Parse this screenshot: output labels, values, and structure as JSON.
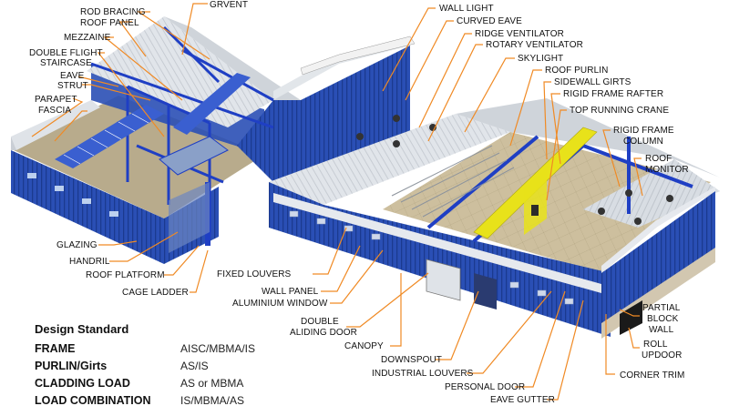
{
  "labels": [
    {
      "id": "grvent",
      "text": "GRVENT"
    },
    {
      "id": "rod-bracing",
      "text": "ROD BRACING"
    },
    {
      "id": "roof-panel",
      "text": "ROOF PANEL"
    },
    {
      "id": "mezzaine",
      "text": "MEZZAINE"
    },
    {
      "id": "double-flight-1",
      "text": "DOUBLE FLIGHT"
    },
    {
      "id": "double-flight-2",
      "text": "STAIRCASE"
    },
    {
      "id": "eave-strut-1",
      "text": "EAVE"
    },
    {
      "id": "eave-strut-2",
      "text": "STRUT"
    },
    {
      "id": "parapet-1",
      "text": "PARAPET"
    },
    {
      "id": "parapet-2",
      "text": "FASCIA"
    },
    {
      "id": "wall-light",
      "text": "WALL LIGHT"
    },
    {
      "id": "curved-eave",
      "text": "CURVED EAVE"
    },
    {
      "id": "ridge-ventilator",
      "text": "RIDGE VENTILATOR"
    },
    {
      "id": "rotary-ventilator",
      "text": "ROTARY VENTILATOR"
    },
    {
      "id": "skylight",
      "text": "SKYLIGHT"
    },
    {
      "id": "roof-purlin",
      "text": "ROOF PURLIN"
    },
    {
      "id": "sidewall-girts",
      "text": "SIDEWALL GIRTS"
    },
    {
      "id": "rigid-frame-rafter",
      "text": "RIGID FRAME RAFTER"
    },
    {
      "id": "top-running-crane",
      "text": "TOP RUNNING CRANE"
    },
    {
      "id": "rigid-frame-column-1",
      "text": "RIGID FRAME"
    },
    {
      "id": "rigid-frame-column-2",
      "text": "COLUMN"
    },
    {
      "id": "roof-monitor-1",
      "text": "ROOF"
    },
    {
      "id": "roof-monitor-2",
      "text": "MONITOR"
    },
    {
      "id": "glazing",
      "text": "GLAZING"
    },
    {
      "id": "handril",
      "text": "HANDRIL"
    },
    {
      "id": "roof-platform",
      "text": "ROOF PLATFORM"
    },
    {
      "id": "cage-ladder",
      "text": "CAGE LADDER"
    },
    {
      "id": "fixed-louvers",
      "text": "FIXED LOUVERS"
    },
    {
      "id": "wall-panel",
      "text": "WALL PANEL"
    },
    {
      "id": "aluminium-window",
      "text": "ALUMINIUM WINDOW"
    },
    {
      "id": "double-aliding-1",
      "text": "DOUBLE"
    },
    {
      "id": "double-aliding-2",
      "text": "ALIDING DOOR"
    },
    {
      "id": "canopy",
      "text": "CANOPY"
    },
    {
      "id": "downspout",
      "text": "DOWNSPOUT"
    },
    {
      "id": "industrial-louvers",
      "text": "INDUSTRIAL LOUVERS"
    },
    {
      "id": "personal-door",
      "text": "PERSONAL DOOR"
    },
    {
      "id": "eave-gutter",
      "text": "EAVE GUTTER"
    },
    {
      "id": "partial-block-1",
      "text": "PARTIAL"
    },
    {
      "id": "partial-block-2",
      "text": "BLOCK"
    },
    {
      "id": "partial-block-3",
      "text": "WALL"
    },
    {
      "id": "roll-updoor-1",
      "text": "ROLL"
    },
    {
      "id": "roll-updoor-2",
      "text": "UPDOOR"
    },
    {
      "id": "corner-trim",
      "text": "CORNER TRIM"
    }
  ],
  "design_standard": {
    "title": "Design Standard",
    "rows": [
      {
        "key": "FRAME",
        "value": "AISC/MBMA/IS"
      },
      {
        "key": "PURLIN/Girts",
        "value": "AS/IS"
      },
      {
        "key": "CLADDING LOAD",
        "value": "AS or MBMA"
      },
      {
        "key": "LOAD COMBINATION",
        "value": "IS/MBMA/AS"
      }
    ]
  },
  "colors": {
    "leader": "#f08a24",
    "wall_blue": "#2a4fb5",
    "steel_blue": "#1f3fc4",
    "roof_grey": "#dfe3e8",
    "crane_yellow": "#e8e21a"
  }
}
